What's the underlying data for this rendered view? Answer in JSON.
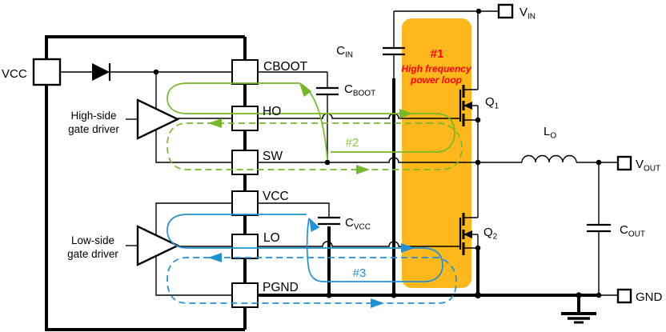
{
  "colors": {
    "wire": "#000000",
    "loop1_fill": "#FFB81C",
    "loop1_text": "#FF0000",
    "loop2_line": "#76B82A",
    "loop2_label": "#8CC63F",
    "loop3_line": "#2191D5"
  },
  "terminals": {
    "vcc": "VCC",
    "gnd": "GND"
  },
  "ic": {
    "pins": {
      "cboot": "CBOOT",
      "ho": "HO",
      "sw": "SW",
      "vcc": "VCC",
      "lo": "LO",
      "pgnd": "PGND"
    }
  },
  "drivers": {
    "high_side": {
      "line1": "High-side",
      "line2": "gate driver"
    },
    "low_side": {
      "line1": "Low-side",
      "line2": "gate driver"
    }
  },
  "loops": {
    "loop1": {
      "tag": "#1",
      "desc1": "High frequency",
      "desc2": "power loop"
    },
    "loop2_tag": "#2",
    "loop3_tag": "#3"
  },
  "sub_labels": {
    "cin": {
      "main": "C",
      "sub": "IN"
    },
    "cboot": {
      "main": "C",
      "sub": "BOOT"
    },
    "cvcc": {
      "main": "C",
      "sub": "VCC"
    },
    "cout": {
      "main": "C",
      "sub": "OUT"
    },
    "lo": {
      "main": "L",
      "sub": "O"
    },
    "vin": {
      "main": "V",
      "sub": "IN"
    },
    "vout": {
      "main": "V",
      "sub": "OUT"
    },
    "q1": {
      "main": "Q",
      "sub": "1"
    },
    "q2": {
      "main": "Q",
      "sub": "2"
    }
  }
}
